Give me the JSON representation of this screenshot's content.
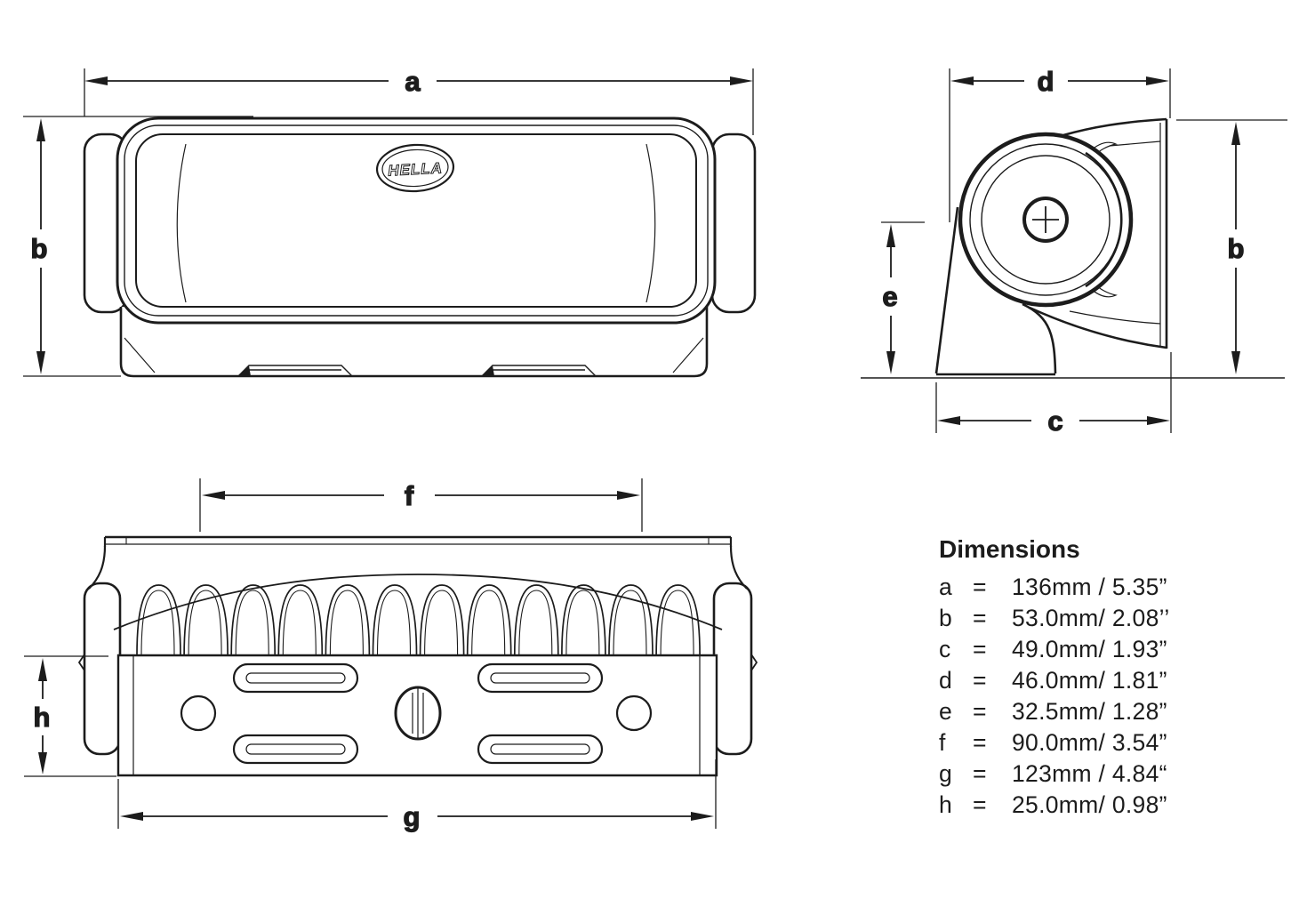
{
  "drawing": {
    "logo_text": "HELLA",
    "dim_labels": {
      "a": "a",
      "b": "b",
      "c": "c",
      "d": "d",
      "e": "e",
      "f": "f",
      "g": "g",
      "h": "h"
    }
  },
  "dimensions_table": {
    "title": "Dimensions",
    "equals": "=",
    "rows": [
      {
        "key": "a",
        "value": "136mm / 5.35”"
      },
      {
        "key": "b",
        "value": "53.0mm/ 2.08’’"
      },
      {
        "key": "c",
        "value": "49.0mm/ 1.93”"
      },
      {
        "key": "d",
        "value": "46.0mm/ 1.81”"
      },
      {
        "key": "e",
        "value": "32.5mm/ 1.28”"
      },
      {
        "key": "f",
        "value": "90.0mm/ 3.54”"
      },
      {
        "key": "g",
        "value": "123mm / 4.84“"
      },
      {
        "key": "h",
        "value": "25.0mm/ 0.98”"
      }
    ]
  },
  "colors": {
    "line": "#1c1c1c",
    "background": "#ffffff"
  }
}
